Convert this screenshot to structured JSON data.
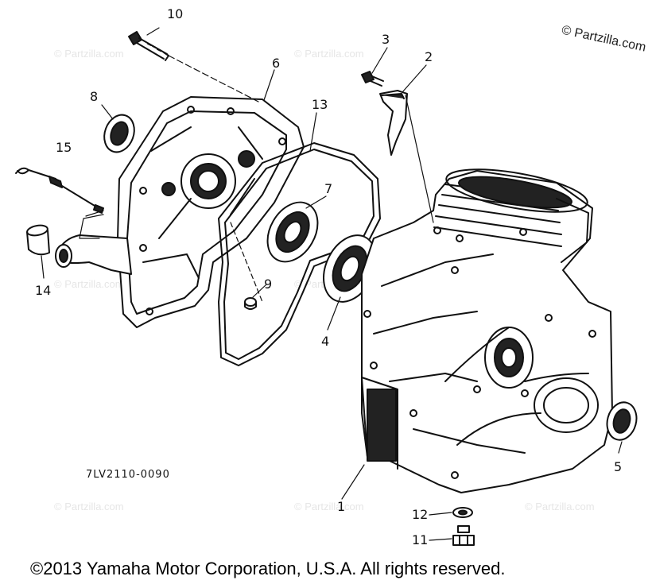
{
  "callouts": {
    "c1": "1",
    "c2": "2",
    "c3": "3",
    "c4": "4",
    "c5": "5",
    "c6": "6",
    "c7": "7",
    "c8": "8",
    "c9": "9",
    "c10": "10",
    "c11": "11",
    "c12": "12",
    "c13": "13",
    "c14": "14",
    "c15": "15"
  },
  "diagram_code": "7LV2110-0090",
  "brand_mark": "© Partzilla.com",
  "watermark": "© Partzilla.com",
  "copyright": "©2013 Yamaha Motor Corporation, U.S.A. All rights reserved.",
  "colors": {
    "line": "#111111",
    "fill": "#ffffff",
    "shade": "#222222"
  }
}
